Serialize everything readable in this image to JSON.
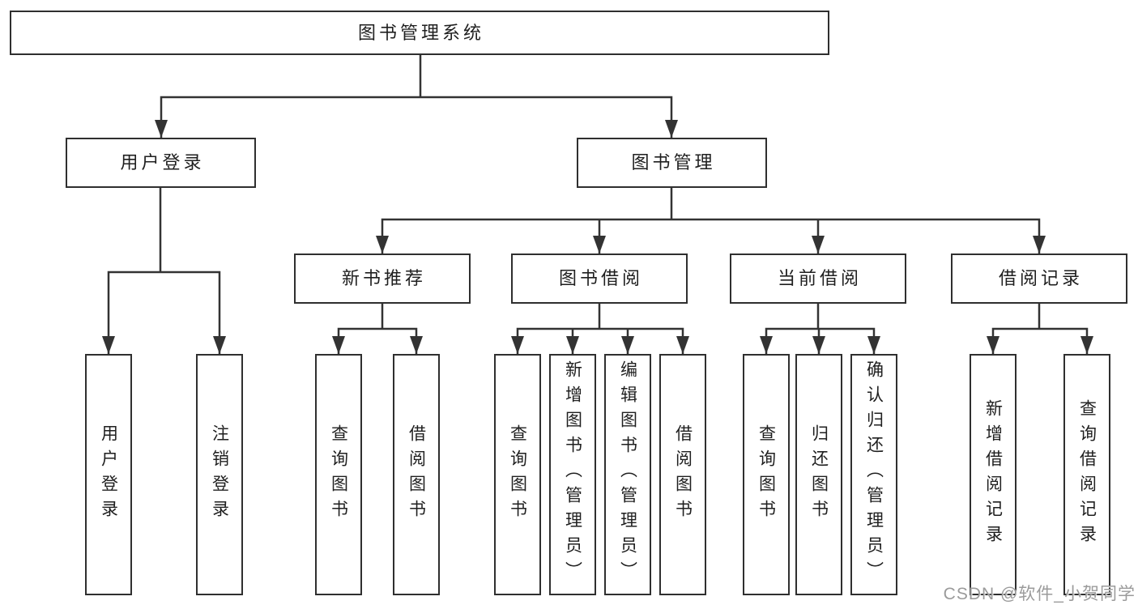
{
  "diagram": {
    "root": {
      "label": "图书管理系统"
    },
    "level2": [
      {
        "label": "用户登录"
      },
      {
        "label": "图书管理"
      }
    ],
    "level3": [
      {
        "label": "新书推荐"
      },
      {
        "label": "图书借阅"
      },
      {
        "label": "当前借阅"
      },
      {
        "label": "借阅记录"
      }
    ],
    "leaves": [
      {
        "label": "用户登录"
      },
      {
        "label": "注销登录"
      },
      {
        "label": "查询图书"
      },
      {
        "label": "借阅图书"
      },
      {
        "label": "查询图书"
      },
      {
        "label": "新增图书（管理员）"
      },
      {
        "label": "编辑图书（管理员）"
      },
      {
        "label": "借阅图书"
      },
      {
        "label": "查询图书"
      },
      {
        "label": "归还图书"
      },
      {
        "label": "确认归还（管理员）"
      },
      {
        "label": "新增借阅记录"
      },
      {
        "label": "查询借阅记录"
      }
    ],
    "colors": {
      "line": "#333333",
      "box_border": "#2f2f2f",
      "text": "#1f1f1f",
      "watermark": "#9b9b9b",
      "background": "#ffffff"
    }
  },
  "watermark": {
    "text": "CSDN @软件_小贺同学"
  }
}
